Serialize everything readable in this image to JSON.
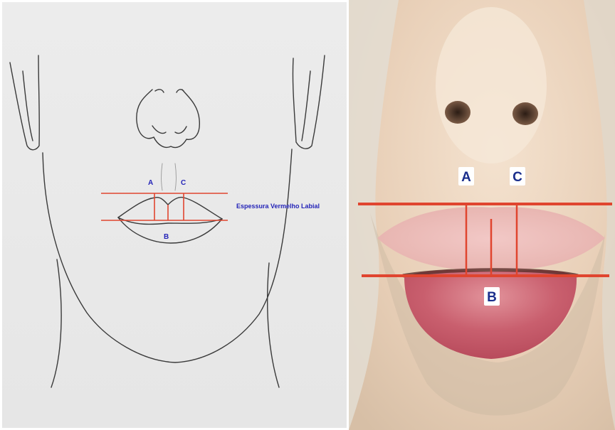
{
  "figure": {
    "colors": {
      "measure_line": "#e0452f",
      "drawing_label": "#2424b8",
      "photo_label_fill": "#ffffff",
      "photo_label_text": "#1a2e8c"
    },
    "drawing": {
      "labels": {
        "a": "A",
        "c": "C",
        "b": "B"
      },
      "caption": "Espessura Vermelho Labial"
    },
    "photo": {
      "labels": {
        "a": "A",
        "c": "C",
        "b": "B"
      }
    }
  }
}
